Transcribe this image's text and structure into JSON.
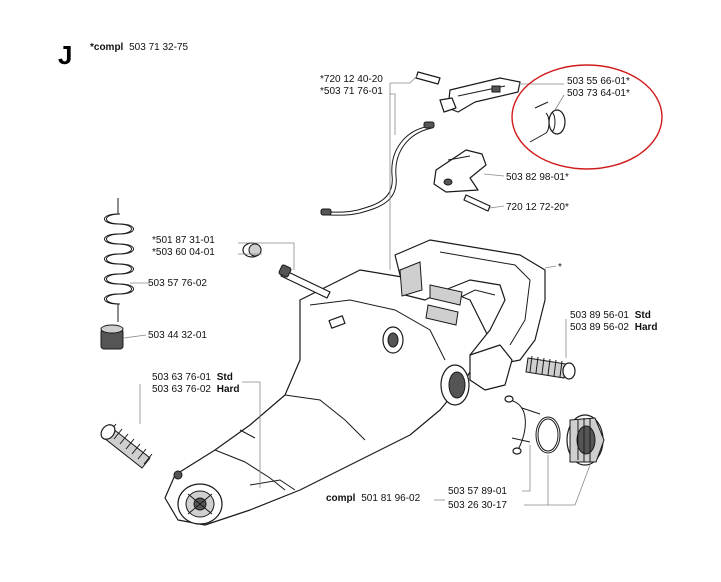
{
  "section": {
    "letter": "J",
    "compl_prefix": "*compl",
    "compl_number": "503 71 32-75"
  },
  "highlight_color": "#d11b1b",
  "labels": {
    "p_720_12_40_20": "*720 12 40-20",
    "p_503_71_76_01": "*503 71 76-01",
    "p_503_55_66_01": "503 55 66-01*",
    "p_503_73_64_01": "503 73 64-01*",
    "p_503_82_98_01": "503 82 98-01*",
    "p_720_12_72_20": "720 12 72-20*",
    "p_501_87_31_01": "*501 87 31-01",
    "p_503_60_04_01": "*503 60 04-01",
    "p_503_57_76_02": "503 57 76-02",
    "p_503_44_32_01": "503 44 32-01",
    "p_asterisk": "*",
    "p_503_89_56_01": "503 89 56-01",
    "p_503_89_56_01_tag": "Std",
    "p_503_89_56_02": "503 89 56-02",
    "p_503_89_56_02_tag": "Hard",
    "p_503_63_76_01": "503 63 76-01",
    "p_503_63_76_01_tag": "Std",
    "p_503_63_76_02": "503 63 76-02",
    "p_503_63_76_02_tag": "Hard",
    "compl_bottom_prefix": "compl",
    "compl_bottom_number": "501 81 96-02",
    "p_503_57_89_01": "503 57 89-01",
    "p_503_26_30_17": "503 26 30-17"
  }
}
